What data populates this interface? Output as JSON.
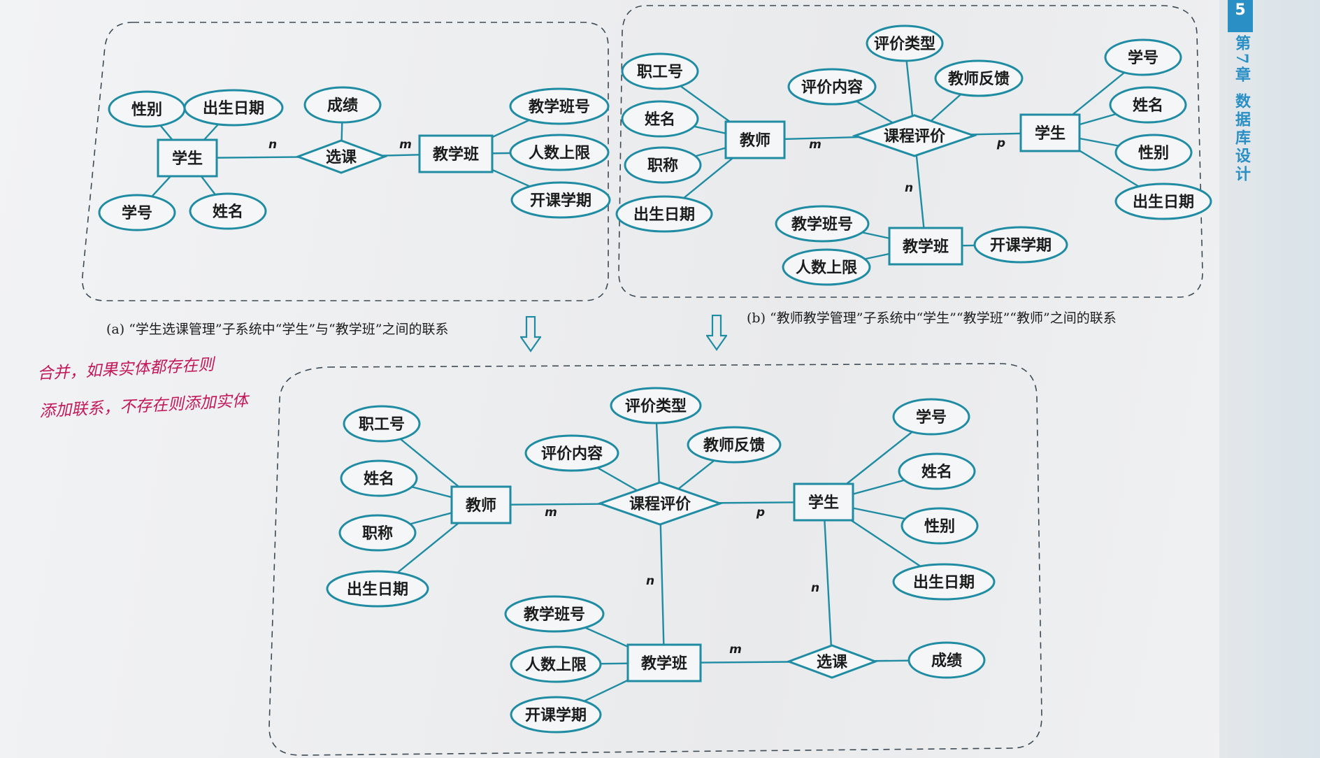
{
  "page": {
    "chapter_number": "5",
    "chapter_title": "第7章  数据库设计",
    "caption_a": "(a) “学生选课管理”子系统中“学生”与“教学班”之间的联系",
    "caption_b": "(b) “教师教学管理”子系统中“学生”“教学班”“教师”之间的联系",
    "handwriting": [
      "合并，如果实体都存在则",
      "添加联系，不存在则添加实体"
    ]
  },
  "colors": {
    "line": "#1f8ca3",
    "handwriting": "#c2185b",
    "tab": "#2a8fc4"
  },
  "diagram": {
    "nodes": [
      {
        "id": "a_student",
        "type": "entity",
        "label": "学生",
        "region": "a"
      },
      {
        "id": "a_class",
        "type": "entity",
        "label": "教学班",
        "region": "a"
      },
      {
        "id": "a_select",
        "type": "relationship",
        "label": "选课",
        "region": "a"
      },
      {
        "id": "a_grade",
        "type": "attribute",
        "label": "成绩",
        "region": "a"
      },
      {
        "id": "a_gender",
        "type": "attribute",
        "label": "性别",
        "region": "a"
      },
      {
        "id": "a_birth",
        "type": "attribute",
        "label": "出生日期",
        "region": "a"
      },
      {
        "id": "a_sno",
        "type": "attribute",
        "label": "学号",
        "region": "a"
      },
      {
        "id": "a_sname",
        "type": "attribute",
        "label": "姓名",
        "region": "a"
      },
      {
        "id": "a_classno",
        "type": "attribute",
        "label": "教学班号",
        "region": "a"
      },
      {
        "id": "a_limit",
        "type": "attribute",
        "label": "人数上限",
        "region": "a"
      },
      {
        "id": "a_term",
        "type": "attribute",
        "label": "开课学期",
        "region": "a"
      },
      {
        "id": "b_teacher",
        "type": "entity",
        "label": "教师",
        "region": "b"
      },
      {
        "id": "b_student",
        "type": "entity",
        "label": "学生",
        "region": "b"
      },
      {
        "id": "b_class",
        "type": "entity",
        "label": "教学班",
        "region": "b"
      },
      {
        "id": "b_eval",
        "type": "relationship",
        "label": "课程评价",
        "region": "b"
      },
      {
        "id": "b_evtype",
        "type": "attribute",
        "label": "评价类型",
        "region": "b"
      },
      {
        "id": "b_evcontent",
        "type": "attribute",
        "label": "评价内容",
        "region": "b"
      },
      {
        "id": "b_feedback",
        "type": "attribute",
        "label": "教师反馈",
        "region": "b"
      },
      {
        "id": "b_tno",
        "type": "attribute",
        "label": "职工号",
        "region": "b"
      },
      {
        "id": "b_tname",
        "type": "attribute",
        "label": "姓名",
        "region": "b"
      },
      {
        "id": "b_title",
        "type": "attribute",
        "label": "职称",
        "region": "b"
      },
      {
        "id": "b_tbirth",
        "type": "attribute",
        "label": "出生日期",
        "region": "b"
      },
      {
        "id": "b_sno",
        "type": "attribute",
        "label": "学号",
        "region": "b"
      },
      {
        "id": "b_sname",
        "type": "attribute",
        "label": "姓名",
        "region": "b"
      },
      {
        "id": "b_sgender",
        "type": "attribute",
        "label": "性别",
        "region": "b"
      },
      {
        "id": "b_sbirth",
        "type": "attribute",
        "label": "出生日期",
        "region": "b"
      },
      {
        "id": "b_classno",
        "type": "attribute",
        "label": "教学班号",
        "region": "b"
      },
      {
        "id": "b_limit",
        "type": "attribute",
        "label": "人数上限",
        "region": "b"
      },
      {
        "id": "b_term",
        "type": "attribute",
        "label": "开课学期",
        "region": "b"
      },
      {
        "id": "c_teacher",
        "type": "entity",
        "label": "教师",
        "region": "c"
      },
      {
        "id": "c_student",
        "type": "entity",
        "label": "学生",
        "region": "c"
      },
      {
        "id": "c_class",
        "type": "entity",
        "label": "教学班",
        "region": "c"
      },
      {
        "id": "c_eval",
        "type": "relationship",
        "label": "课程评价",
        "region": "c"
      },
      {
        "id": "c_select",
        "type": "relationship",
        "label": "选课",
        "region": "c"
      },
      {
        "id": "c_grade",
        "type": "attribute",
        "label": "成绩",
        "region": "c"
      },
      {
        "id": "c_evtype",
        "type": "attribute",
        "label": "评价类型",
        "region": "c"
      },
      {
        "id": "c_evcontent",
        "type": "attribute",
        "label": "评价内容",
        "region": "c"
      },
      {
        "id": "c_feedback",
        "type": "attribute",
        "label": "教师反馈",
        "region": "c"
      },
      {
        "id": "c_tno",
        "type": "attribute",
        "label": "职工号",
        "region": "c"
      },
      {
        "id": "c_tname",
        "type": "attribute",
        "label": "姓名",
        "region": "c"
      },
      {
        "id": "c_title",
        "type": "attribute",
        "label": "职称",
        "region": "c"
      },
      {
        "id": "c_tbirth",
        "type": "attribute",
        "label": "出生日期",
        "region": "c"
      },
      {
        "id": "c_sno",
        "type": "attribute",
        "label": "学号",
        "region": "c"
      },
      {
        "id": "c_sname",
        "type": "attribute",
        "label": "姓名",
        "region": "c"
      },
      {
        "id": "c_sgender",
        "type": "attribute",
        "label": "性别",
        "region": "c"
      },
      {
        "id": "c_sbirth",
        "type": "attribute",
        "label": "出生日期",
        "region": "c"
      },
      {
        "id": "c_classno",
        "type": "attribute",
        "label": "教学班号",
        "region": "c"
      },
      {
        "id": "c_limit",
        "type": "attribute",
        "label": "人数上限",
        "region": "c"
      },
      {
        "id": "c_term",
        "type": "attribute",
        "label": "开课学期",
        "region": "c"
      }
    ],
    "edges": [
      {
        "from": "a_student",
        "to": "a_select",
        "card": "n"
      },
      {
        "from": "a_select",
        "to": "a_class",
        "card": "m"
      },
      {
        "from": "a_select",
        "to": "a_grade"
      },
      {
        "from": "a_student",
        "to": "a_gender"
      },
      {
        "from": "a_student",
        "to": "a_birth"
      },
      {
        "from": "a_student",
        "to": "a_sno"
      },
      {
        "from": "a_student",
        "to": "a_sname"
      },
      {
        "from": "a_class",
        "to": "a_classno"
      },
      {
        "from": "a_class",
        "to": "a_limit"
      },
      {
        "from": "a_class",
        "to": "a_term"
      },
      {
        "from": "b_teacher",
        "to": "b_eval",
        "card": "m"
      },
      {
        "from": "b_eval",
        "to": "b_student",
        "card": "p"
      },
      {
        "from": "b_eval",
        "to": "b_class",
        "card": "n"
      },
      {
        "from": "b_eval",
        "to": "b_evtype"
      },
      {
        "from": "b_eval",
        "to": "b_evcontent"
      },
      {
        "from": "b_eval",
        "to": "b_feedback"
      },
      {
        "from": "b_teacher",
        "to": "b_tno"
      },
      {
        "from": "b_teacher",
        "to": "b_tname"
      },
      {
        "from": "b_teacher",
        "to": "b_title"
      },
      {
        "from": "b_teacher",
        "to": "b_tbirth"
      },
      {
        "from": "b_student",
        "to": "b_sno"
      },
      {
        "from": "b_student",
        "to": "b_sname"
      },
      {
        "from": "b_student",
        "to": "b_sgender"
      },
      {
        "from": "b_student",
        "to": "b_sbirth"
      },
      {
        "from": "b_class",
        "to": "b_classno"
      },
      {
        "from": "b_class",
        "to": "b_limit"
      },
      {
        "from": "b_class",
        "to": "b_term"
      },
      {
        "from": "c_teacher",
        "to": "c_eval",
        "card": "m"
      },
      {
        "from": "c_eval",
        "to": "c_student",
        "card": "p"
      },
      {
        "from": "c_eval",
        "to": "c_class",
        "card": "n"
      },
      {
        "from": "c_eval",
        "to": "c_evtype"
      },
      {
        "from": "c_eval",
        "to": "c_evcontent"
      },
      {
        "from": "c_eval",
        "to": "c_feedback"
      },
      {
        "from": "c_teacher",
        "to": "c_tno"
      },
      {
        "from": "c_teacher",
        "to": "c_tname"
      },
      {
        "from": "c_teacher",
        "to": "c_title"
      },
      {
        "from": "c_teacher",
        "to": "c_tbirth"
      },
      {
        "from": "c_student",
        "to": "c_sno"
      },
      {
        "from": "c_student",
        "to": "c_sname"
      },
      {
        "from": "c_student",
        "to": "c_sgender"
      },
      {
        "from": "c_student",
        "to": "c_sbirth"
      },
      {
        "from": "c_student",
        "to": "c_select",
        "card": "n"
      },
      {
        "from": "c_select",
        "to": "c_class",
        "card": "m"
      },
      {
        "from": "c_select",
        "to": "c_grade"
      },
      {
        "from": "c_class",
        "to": "c_classno"
      },
      {
        "from": "c_class",
        "to": "c_limit"
      },
      {
        "from": "c_class",
        "to": "c_term"
      }
    ]
  }
}
